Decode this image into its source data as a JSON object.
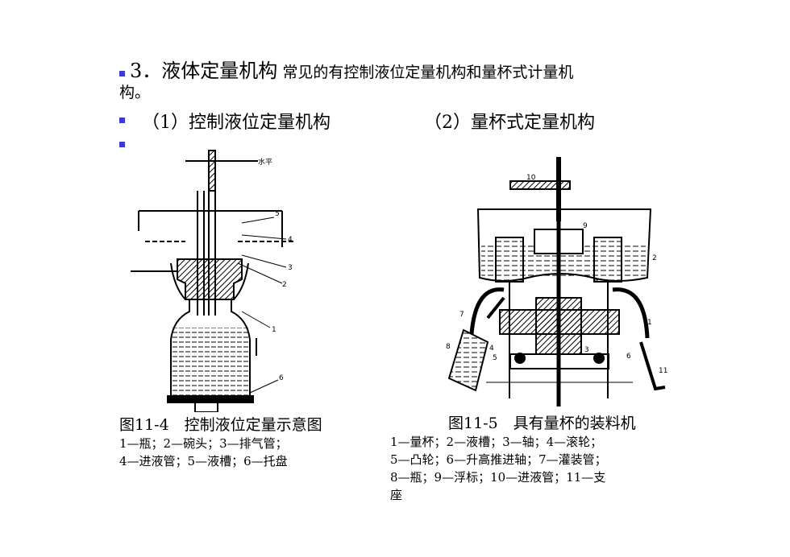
{
  "heading": {
    "number": "3．",
    "title": "液体定量机构",
    "desc": " 常见的有控制液位定量机构和量杯式计量机",
    "desc_cont": "构。"
  },
  "subtitles": {
    "left": "（1）控制液位定量机构",
    "right": "（2）量杯式定量机构"
  },
  "figure1": {
    "label_top": "水平",
    "labels": [
      "5",
      "4",
      "3",
      "2",
      "1",
      "6"
    ],
    "caption_title": "图11-4　控制液位定量示意图",
    "caption_lines": [
      "1—瓶；2—碗头；3—排气管；",
      "4—进液管；5—液槽；6—托盘"
    ]
  },
  "figure2": {
    "labels": [
      "10",
      "9",
      "2",
      "7",
      "8",
      "4",
      "3",
      "5",
      "6",
      "1",
      "11"
    ],
    "caption_title": "图11-5　具有量杯的装料机",
    "caption_lines": [
      "1—量杯；2—液槽；3—轴；4—滚轮；",
      "5—凸轮；6—升高推进轴；7—灌装管；",
      "8—瓶；9—浮标；10—进液管；11—支",
      "座"
    ]
  },
  "colors": {
    "bullet": "#3b3bd0",
    "ink": "#000000"
  }
}
